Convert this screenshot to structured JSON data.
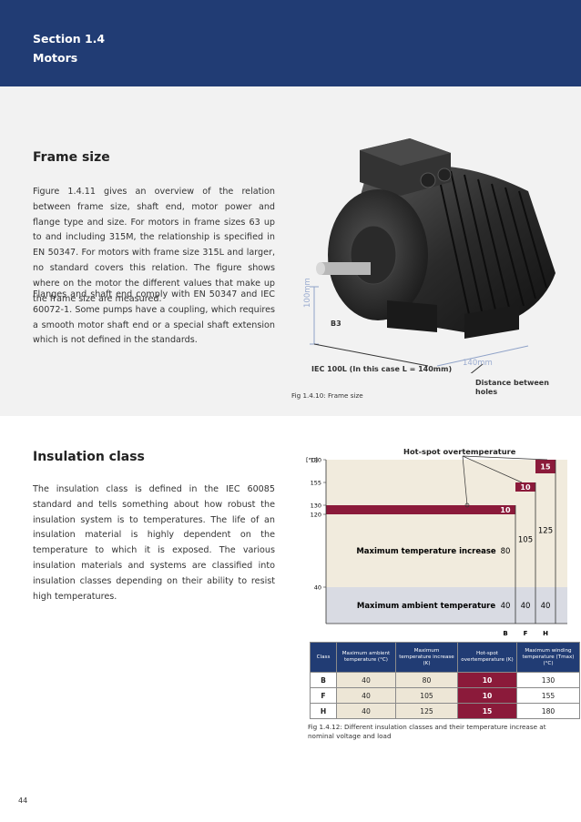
{
  "header": {
    "section_label": "Section 1.4",
    "section_title": "Motors"
  },
  "frame_size": {
    "heading": "Frame size",
    "para1": "Figure 1.4.11 gives an overview of the relation between frame size, shaft end, motor power and flange type and size. For motors in frame sizes 63 up to and including 315M, the relationship is specified in EN 50347. For motors with frame size 315L and larger, no standard covers this relation. The figure shows where on the motor the different values that make up the frame size are measured.",
    "para2": "Flanges and shaft end comply with EN 50347 and IEC 60072-1. Some pumps have a coupling, which requires a smooth motor shaft end or a special shaft extension which is not defined in the standards."
  },
  "motor_figure": {
    "dim_height": "100mm",
    "label_b3": "B3",
    "dim_width": "140mm",
    "label_iec": "IEC 100L (In this case L = 140mm)",
    "label_distance": "Distance between holes",
    "caption": "Fig 1.4.10: Frame size"
  },
  "insulation": {
    "heading": "Insulation class",
    "para": "The insulation class is defined in the IEC 60085 standard and tells something about how robust the insulation system is to temperatures. The life of an insulation material is highly dependent on the temperature to which it is exposed. The various insulation materials and systems are classified into insulation classes depending on their ability to resist high temperatures."
  },
  "chart_data": {
    "type": "bar",
    "title": "Hot-spot overtemperature",
    "ylabel": "[°C]",
    "ylim": [
      0,
      180
    ],
    "yticks": [
      "180",
      "155",
      "130",
      "120",
      "40"
    ],
    "categories": [
      "B",
      "F",
      "H"
    ],
    "series": [
      {
        "name": "Maximum ambient temperature",
        "values": [
          40,
          40,
          40
        ]
      },
      {
        "name": "Maximum temperature increase",
        "values": [
          80,
          105,
          125
        ]
      },
      {
        "name": "Hot-spot overtemperature",
        "values": [
          10,
          10,
          15
        ]
      }
    ],
    "label_increase": "Maximum temperature increase",
    "label_ambient": "Maximum ambient temperature",
    "colors": {
      "hotspot": "#8b1a3a",
      "ambient": "#d9dbe3",
      "area": "#f1ebdd"
    }
  },
  "table": {
    "headers": [
      "Class",
      "Maximum ambient temperature (°C)",
      "Maximum temperature increase (K)",
      "Hot-spot overtemperature (K)",
      "Maximum winding temperature (Tmax) (°C)"
    ],
    "rows": [
      [
        "B",
        "40",
        "80",
        "10",
        "130"
      ],
      [
        "F",
        "40",
        "105",
        "10",
        "155"
      ],
      [
        "H",
        "40",
        "125",
        "15",
        "180"
      ]
    ],
    "caption": "Fig 1.4.12: Different insulation classes and their temperature increase at nominal voltage and load"
  },
  "page_number": "44"
}
